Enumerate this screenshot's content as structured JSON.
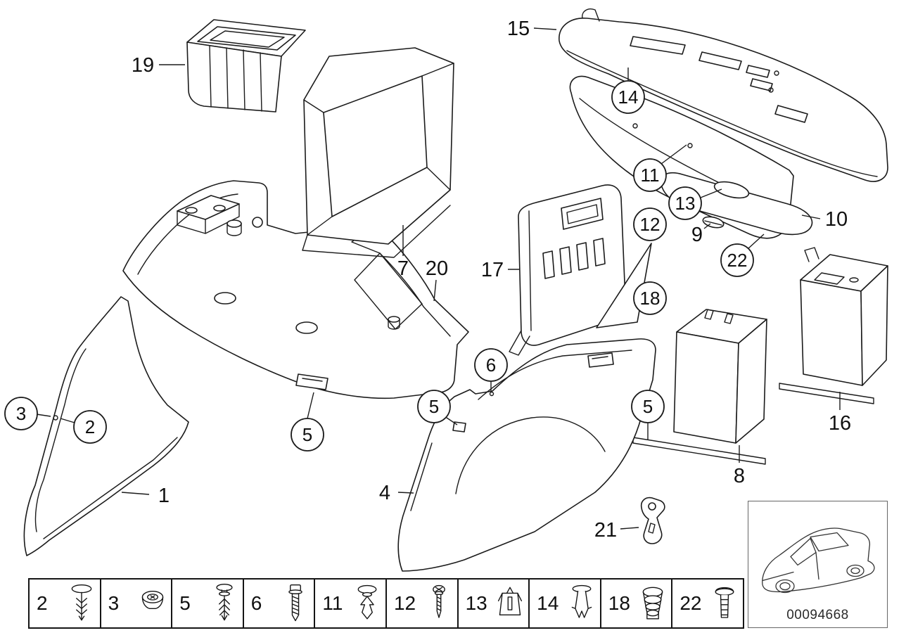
{
  "page": {
    "background": "#ffffff",
    "line_color": "#1b1b1b"
  },
  "diagram": {
    "doc_number": "00094668",
    "circled_callouts": [
      {
        "label": "3"
      },
      {
        "label": "2"
      },
      {
        "label": "5"
      },
      {
        "label": "5"
      },
      {
        "label": "6"
      },
      {
        "label": "5"
      },
      {
        "label": "11"
      },
      {
        "label": "12"
      },
      {
        "label": "13"
      },
      {
        "label": "14"
      },
      {
        "label": "18"
      },
      {
        "label": "22"
      }
    ],
    "plain_callouts": [
      {
        "label": "19"
      },
      {
        "label": "15"
      },
      {
        "label": "7"
      },
      {
        "label": "20"
      },
      {
        "label": "17"
      },
      {
        "label": "9"
      },
      {
        "label": "10"
      },
      {
        "label": "16"
      },
      {
        "label": "8"
      },
      {
        "label": "1"
      },
      {
        "label": "4"
      },
      {
        "label": "21"
      }
    ]
  },
  "legend": {
    "items": [
      {
        "label": "2",
        "icon": "expanding-rivet-icon"
      },
      {
        "label": "3",
        "icon": "push-nut-icon"
      },
      {
        "label": "5",
        "icon": "expansion-rivet-icon"
      },
      {
        "label": "6",
        "icon": "screw-icon"
      },
      {
        "label": "11",
        "icon": "trim-clip-icon"
      },
      {
        "label": "12",
        "icon": "tapping-screw-icon"
      },
      {
        "label": "13",
        "icon": "expanding-nut-icon"
      },
      {
        "label": "14",
        "icon": "blind-rivet-icon"
      },
      {
        "label": "18",
        "icon": "rubber-grommet-icon"
      },
      {
        "label": "22",
        "icon": "slotted-rivet-icon"
      }
    ]
  }
}
